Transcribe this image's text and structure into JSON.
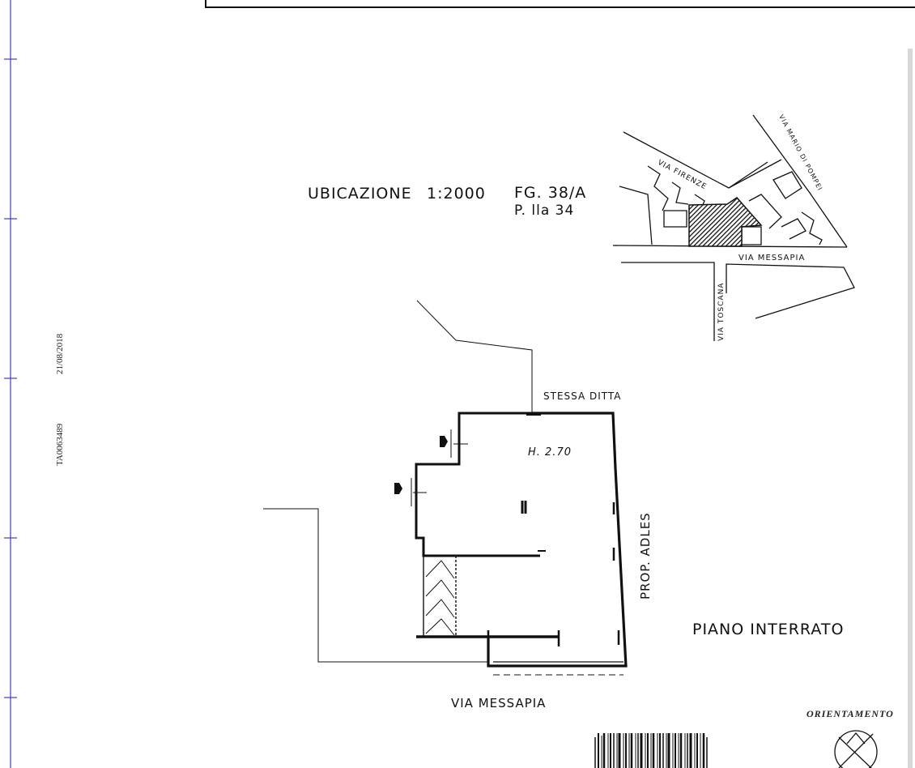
{
  "header": {
    "ubicazione_label": "UBICAZIONE",
    "scale": "1:2000",
    "foglio": "FG. 38/A",
    "particella": "P. lla 34"
  },
  "margin_stamp": {
    "date": "21/08/2018",
    "code": "TA0063489"
  },
  "location_map": {
    "streets": {
      "via_firenze": "VIA FIRENZE",
      "via_messapia": "VIA MESSAPIA",
      "via_toscana": "VIA TOSCANA",
      "via_mario_pompei": "VIA MARIO DI POMPEI"
    }
  },
  "floor_plan": {
    "neighbor_top": "STESSA DITTA",
    "height": "H. 2.70",
    "neighbor_right": "PROP. ADLES",
    "floor_name": "PIANO INTERRATO",
    "street_bottom": "VIA MESSAPIA"
  },
  "orientation": {
    "label": "ORIENTAMENTO"
  },
  "colors": {
    "margin_line": "#3b3bd6",
    "ink": "#111111",
    "hatch": "#222222"
  }
}
